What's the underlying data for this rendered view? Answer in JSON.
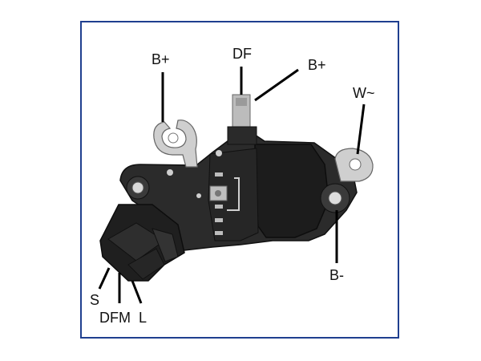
{
  "labels": {
    "b_plus_left": "B+",
    "df": "DF",
    "b_plus_right": "B+",
    "w": "W~",
    "b_minus": "B-",
    "s": "S",
    "dfm": "DFM",
    "l": "L"
  },
  "colors": {
    "frame": "#1f3f8f",
    "body": "#2b2b2b",
    "body_dark": "#151515",
    "metal": "#c9c9c9",
    "leader": "#000000"
  }
}
